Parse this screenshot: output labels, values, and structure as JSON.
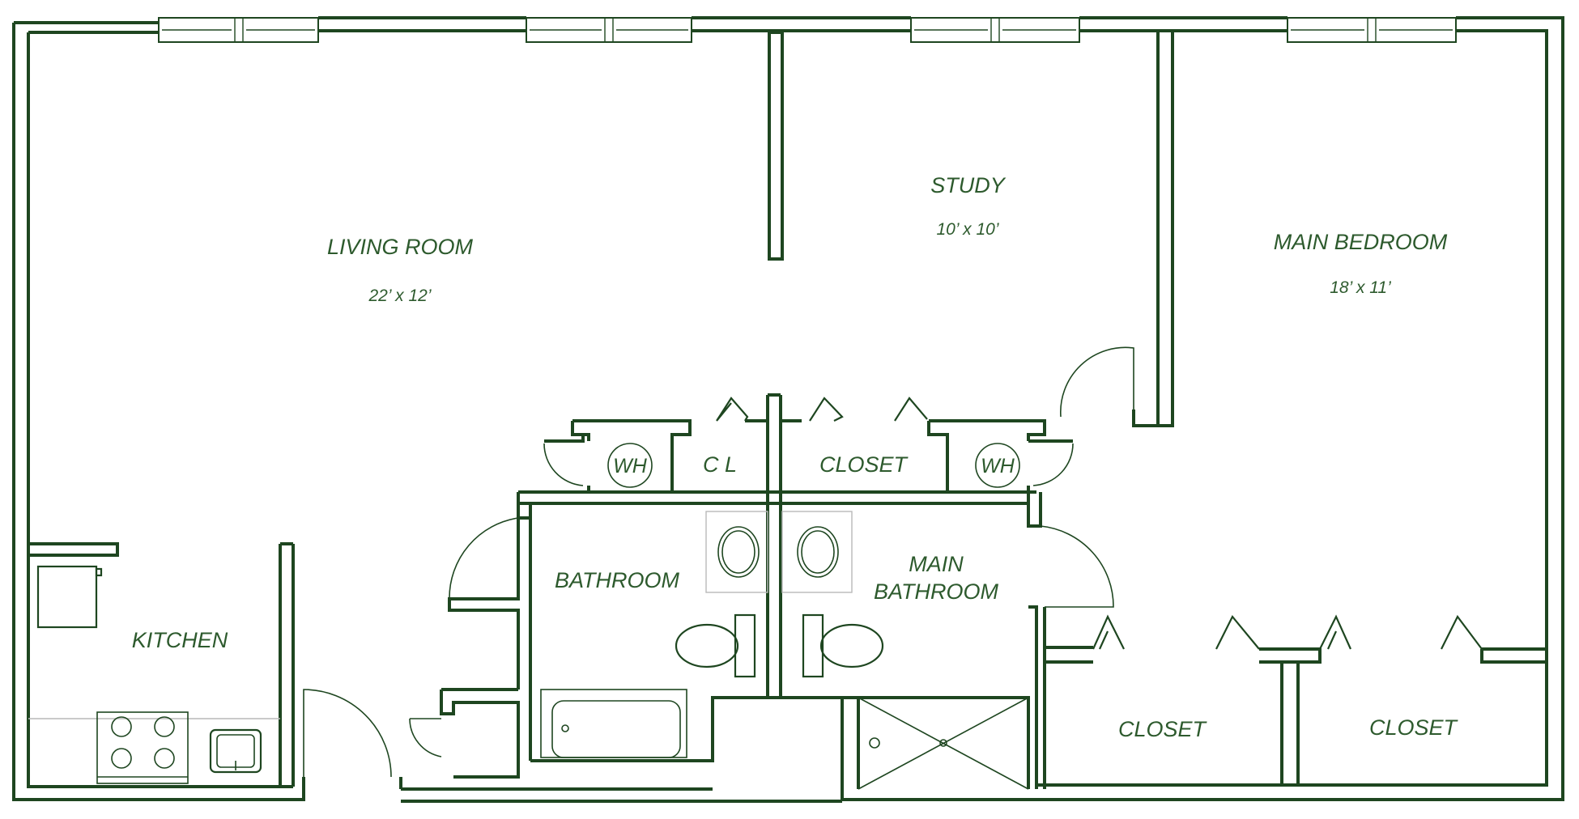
{
  "colors": {
    "wall": "#1e4620",
    "text": "#2d5a2d",
    "fixture_grey": "#b9b9b9"
  },
  "rooms": {
    "living_room": {
      "name": "LIVING ROOM",
      "dims": "22’ x 12’"
    },
    "study": {
      "name": "STUDY",
      "dims": "10’ x 10’"
    },
    "main_bedroom": {
      "name": "MAIN BEDROOM",
      "dims": "18’ x 11’"
    },
    "kitchen": {
      "name": "KITCHEN"
    },
    "bathroom": {
      "name": "BATHROOM"
    },
    "main_bathroom": {
      "line1": "MAIN",
      "line2": "BATHROOM"
    },
    "closet_cl": {
      "name": "C L"
    },
    "closet_center": {
      "name": "CLOSET"
    },
    "closet_bottom_left": {
      "name": "CLOSET"
    },
    "closet_bottom_right": {
      "name": "CLOSET"
    },
    "water_heater_left": {
      "name": "WH"
    },
    "water_heater_right": {
      "name": "WH"
    }
  }
}
